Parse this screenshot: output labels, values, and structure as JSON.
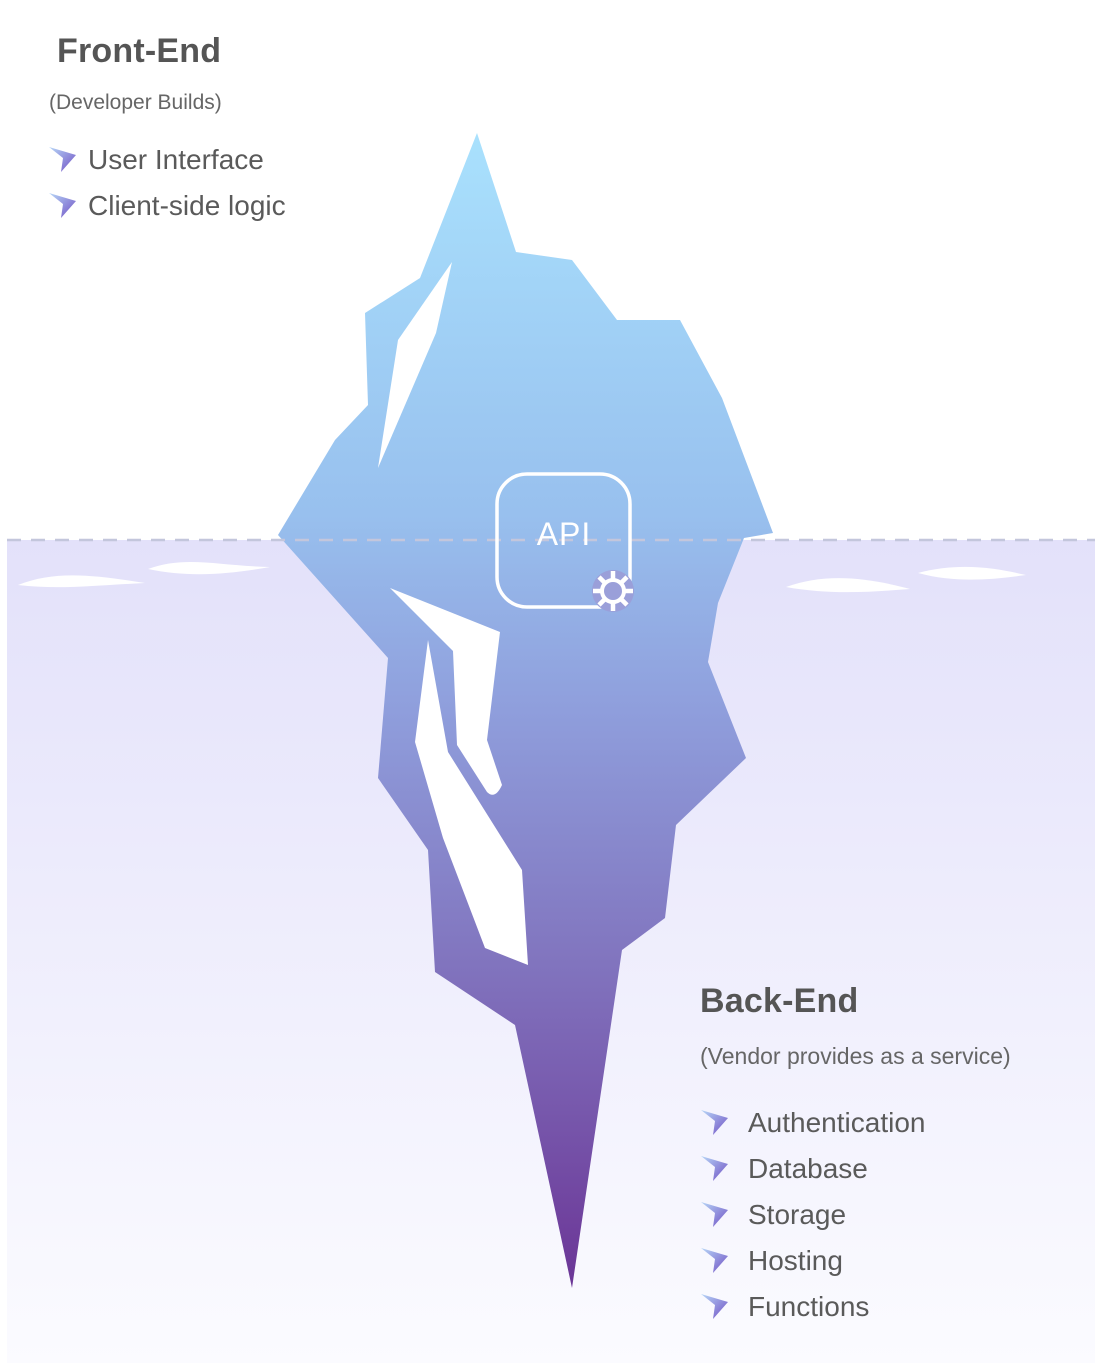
{
  "front_end": {
    "title": "Front-End",
    "subtitle": "(Developer Builds)",
    "items": [
      {
        "label": "User Interface"
      },
      {
        "label": "Client-side logic"
      }
    ]
  },
  "back_end": {
    "title": "Back-End",
    "subtitle": "(Vendor provides as a service)",
    "items": [
      {
        "label": "Authentication"
      },
      {
        "label": "Database"
      },
      {
        "label": "Storage"
      },
      {
        "label": "Hosting"
      },
      {
        "label": "Functions"
      }
    ]
  },
  "api": {
    "label": "API",
    "icon": "gear-icon"
  },
  "bullet_icon": "arrow-chevron-icon",
  "colors": {
    "ice_top": "#a6ddfb",
    "ice_bottom": "#6b3596",
    "water_top": "#e4e2fa",
    "water_bottom": "#fbfbff",
    "text": "#555555",
    "bullet_light": "#a9c7f2",
    "bullet_dark": "#7a5cc9"
  }
}
